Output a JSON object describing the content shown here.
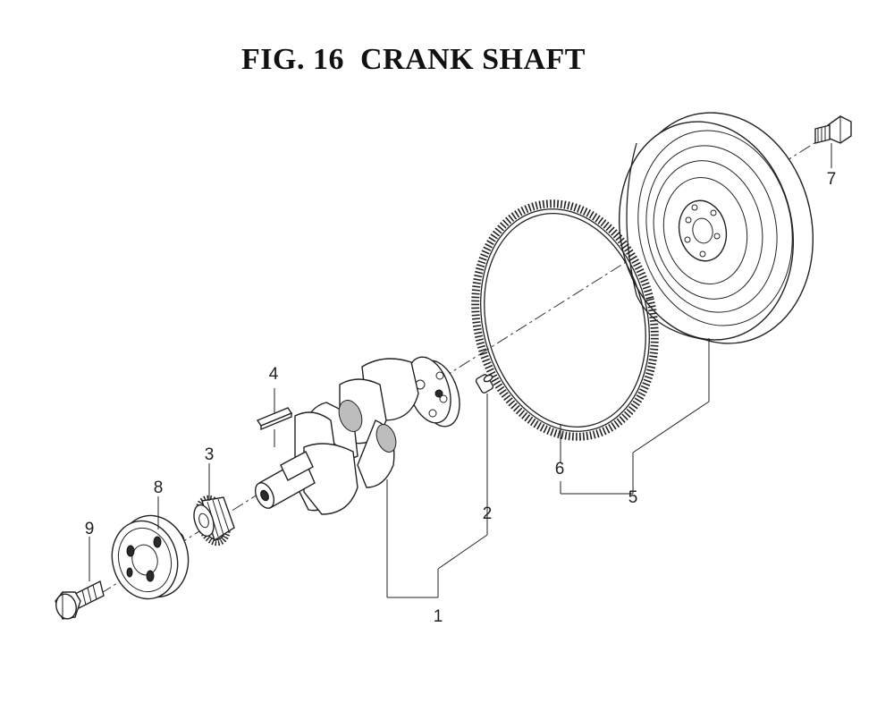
{
  "title": "FIG. 16  CRANK SHAFT",
  "callouts": {
    "c1": "1",
    "c2": "2",
    "c3": "3",
    "c4": "4",
    "c5": "5",
    "c6": "6",
    "c7": "7",
    "c8": "8",
    "c9": "9"
  },
  "parts": [
    {
      "callout": "1",
      "part": "crank-shaft"
    },
    {
      "callout": "2",
      "part": "dowel-pin"
    },
    {
      "callout": "3",
      "part": "crank-gear"
    },
    {
      "callout": "4",
      "part": "key"
    },
    {
      "callout": "5",
      "part": "flywheel-assembly"
    },
    {
      "callout": "6",
      "part": "ring-gear"
    },
    {
      "callout": "7",
      "part": "flywheel-bolt"
    },
    {
      "callout": "8",
      "part": "crank-pulley"
    },
    {
      "callout": "9",
      "part": "pulley-bolt"
    }
  ],
  "colors": {
    "line": "#222222",
    "background": "#ffffff"
  }
}
